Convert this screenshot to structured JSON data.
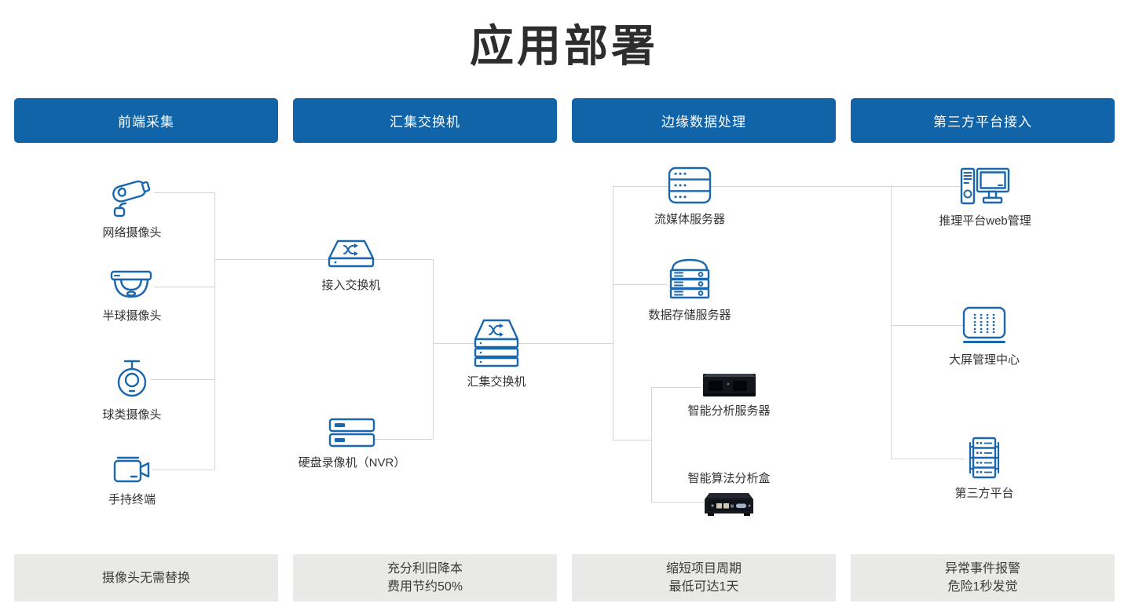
{
  "page": {
    "title": "应用部署"
  },
  "colors": {
    "header_bg": "#1164a8",
    "icon_stroke": "#1b67ae",
    "connector_line": "#d4d4d4",
    "footer_bg": "#e9e9e8",
    "title_color": "#2d2d2d",
    "label_color": "#333333"
  },
  "headers": [
    {
      "label": "前端采集"
    },
    {
      "label": "汇集交换机"
    },
    {
      "label": "边缘数据处理"
    },
    {
      "label": "第三方平台接入"
    }
  ],
  "nodes": [
    {
      "id": "network-camera",
      "label": "网络摄像头"
    },
    {
      "id": "dome-camera",
      "label": "半球摄像头"
    },
    {
      "id": "ptz-camera",
      "label": "球类摄像头"
    },
    {
      "id": "handheld-terminal",
      "label": "手持终端"
    },
    {
      "id": "access-switch",
      "label": "接入交换机"
    },
    {
      "id": "nvr",
      "label": "硬盘录像机（NVR）"
    },
    {
      "id": "aggregation-switch",
      "label": "汇集交换机"
    },
    {
      "id": "streaming-server",
      "label": "流媒体服务器"
    },
    {
      "id": "storage-server",
      "label": "数据存储服务器"
    },
    {
      "id": "analysis-server",
      "label": "智能分析服务器"
    },
    {
      "id": "analysis-box",
      "label": "智能算法分析盒"
    },
    {
      "id": "web-management",
      "label": "推理平台web管理"
    },
    {
      "id": "big-screen-center",
      "label": "大屏管理中心"
    },
    {
      "id": "third-party-platform",
      "label": "第三方平台"
    }
  ],
  "footers": [
    {
      "lines": [
        "摄像头无需替换"
      ]
    },
    {
      "lines": [
        "充分利旧降本",
        "费用节约50%"
      ]
    },
    {
      "lines": [
        "缩短项目周期",
        "最低可达1天"
      ]
    },
    {
      "lines": [
        "异常事件报警",
        "危险1秒发觉"
      ]
    }
  ]
}
